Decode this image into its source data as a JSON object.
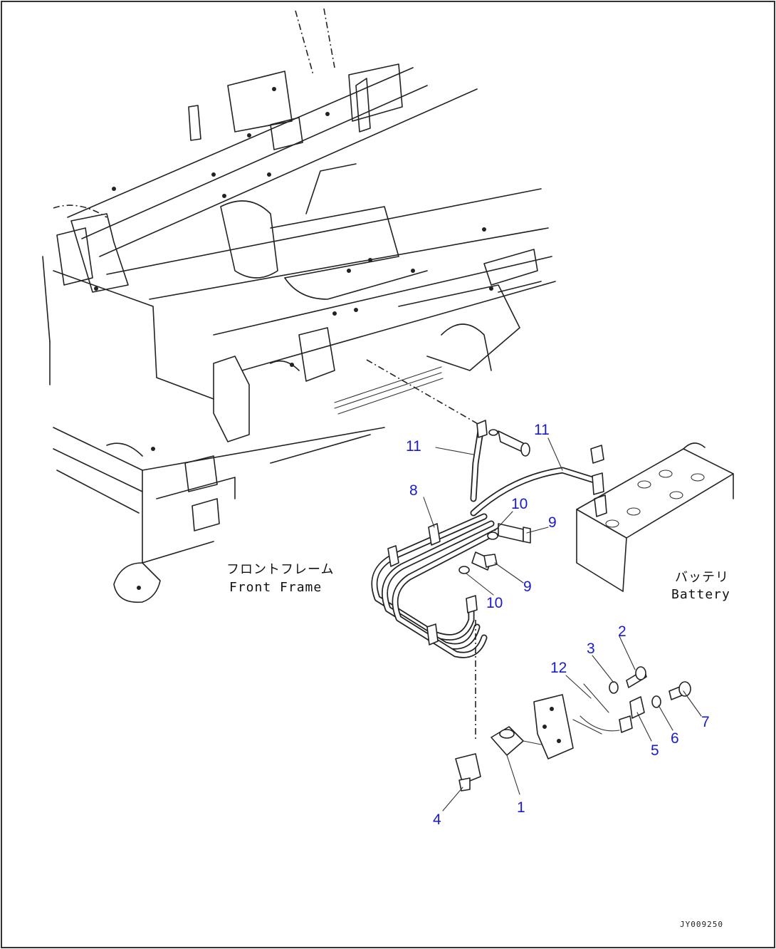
{
  "labels": {
    "front_frame_jp": "フロントフレーム",
    "front_frame_en": "Front Frame",
    "battery_jp": "バッテリ",
    "battery_en": "Battery",
    "drawing_code": "JY009250"
  },
  "callouts": [
    {
      "id": "11a",
      "text": "11"
    },
    {
      "id": "11b",
      "text": "11"
    },
    {
      "id": "8",
      "text": "8"
    },
    {
      "id": "10a",
      "text": "10"
    },
    {
      "id": "9a",
      "text": "9"
    },
    {
      "id": "9b",
      "text": "9"
    },
    {
      "id": "10b",
      "text": "10"
    },
    {
      "id": "2",
      "text": "2"
    },
    {
      "id": "3",
      "text": "3"
    },
    {
      "id": "12",
      "text": "12"
    },
    {
      "id": "7",
      "text": "7"
    },
    {
      "id": "6",
      "text": "6"
    },
    {
      "id": "5",
      "text": "5"
    },
    {
      "id": "1",
      "text": "1"
    },
    {
      "id": "4",
      "text": "4"
    }
  ],
  "colors": {
    "callout": "#1a1ad0",
    "line": "#222222"
  }
}
